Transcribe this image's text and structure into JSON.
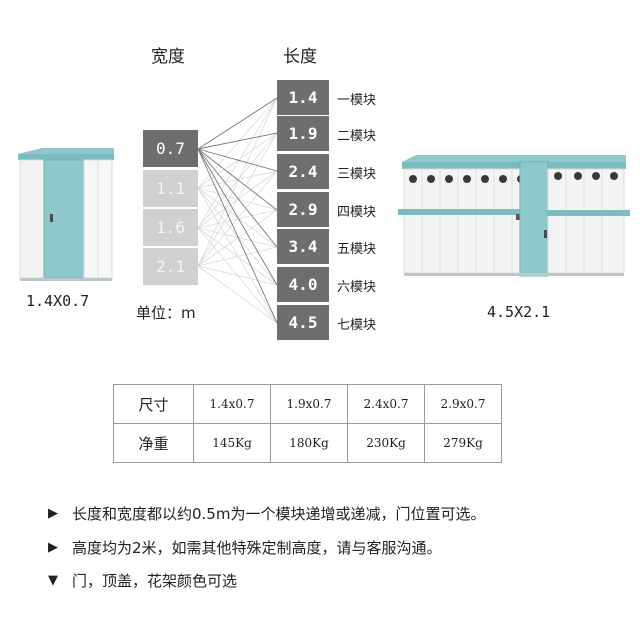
{
  "headers": {
    "width": "宽度",
    "length": "长度"
  },
  "widths": [
    "0.7",
    "1.1",
    "1.6",
    "2.1"
  ],
  "lengths": [
    "1.4",
    "1.9",
    "2.4",
    "2.9",
    "3.4",
    "4.0",
    "4.5"
  ],
  "modules": [
    "一模块",
    "二模块",
    "三模块",
    "四模块",
    "五模块",
    "六模块",
    "七模块"
  ],
  "unit": "单位：m",
  "left_caption": "1.4X0.7",
  "right_caption": "4.5X2.1",
  "table": {
    "row1_label": "尺寸",
    "row2_label": "净重",
    "sizes": [
      "1.4x0.7",
      "1.9x0.7",
      "2.4x0.7",
      "2.9x0.7"
    ],
    "weights": [
      "145Kg",
      "180Kg",
      "230Kg",
      "279Kg"
    ]
  },
  "notes": [
    {
      "marker": "▶",
      "text": "长度和宽度都以约0.5m为一个模块递增或递减，门位置可选。"
    },
    {
      "marker": "▶",
      "text": "高度均为2米，如需其他特殊定制高度，请与客服沟通。"
    },
    {
      "marker": "▼",
      "text": "门，顶盖，花架颜色可选"
    }
  ],
  "colors": {
    "box_active": "#6e6e6e",
    "box_faded": "#d0d0d0",
    "door_teal": "#8ec8cc"
  }
}
